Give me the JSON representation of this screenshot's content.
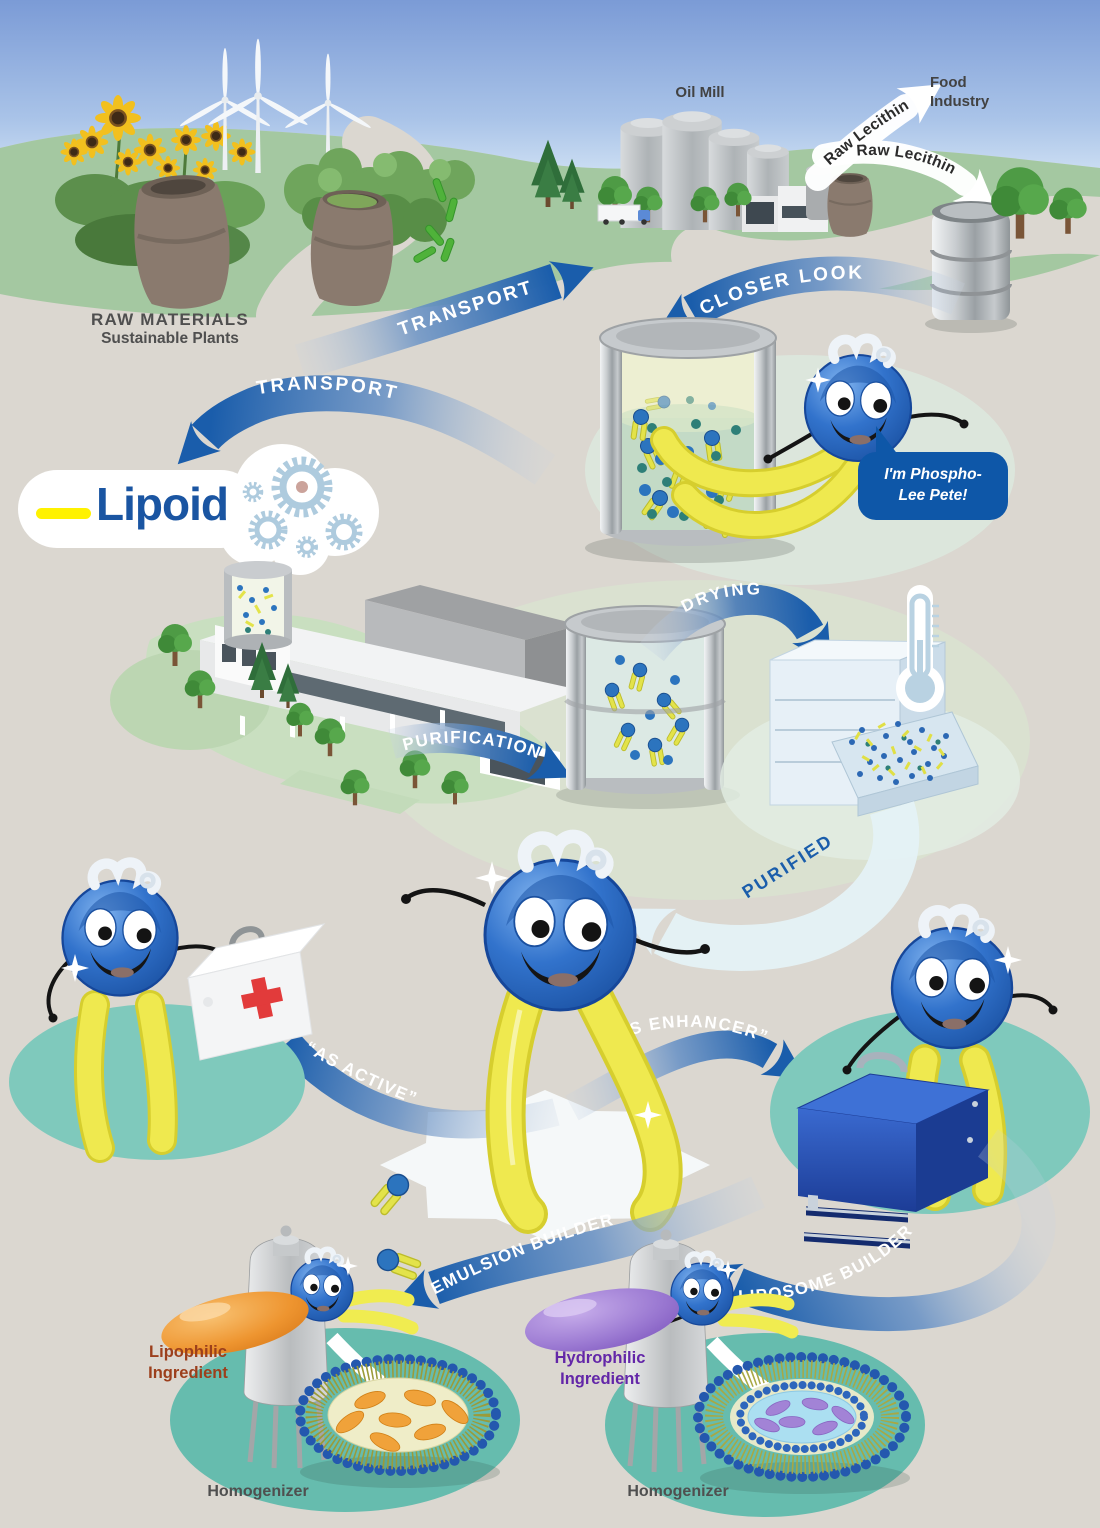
{
  "brand": {
    "wordmark": "Lipoid"
  },
  "labels": {
    "oil_mill": "Oil Mill",
    "food_industry": "Food Industry",
    "raw_lecithin_top": "Raw Lecithin",
    "raw_lecithin_bottom": "Raw Lecithin",
    "raw_materials_title": "RAW MATERIALS",
    "raw_materials_subtitle": "Sustainable Plants",
    "transport_to_plant": "TRANSPORT",
    "transport_to_lipoid": "TRANSPORT",
    "closer_look": "CLOSER LOOK",
    "speech_line1": "I'm Phospho-",
    "speech_line2": "Lee Pete!",
    "purification": "PURIFICATION",
    "drying": "DRYING",
    "purified": "PURIFIED",
    "as_active": "“AS ACTIVE”",
    "as_enhancer": "“AS ENHANCER”",
    "emulsion_builder": "EMULSION BUILDER",
    "liposome_builder": "LIPOSOME BUILDER",
    "lipophilic_ingredient": "Lipophilic Ingredient",
    "hydrophilic_ingredient": "Hydrophilic Ingredient",
    "homogenizer_left": "Homogenizer",
    "homogenizer_right": "Homogenizer"
  },
  "icons": {
    "gear-icon": "gear",
    "thermometer-icon": "thermometer",
    "first-aid-cross-icon": "red cross",
    "wind-turbine-icon": "wind turbine",
    "sparkle-icon": "sparkle"
  },
  "colors": {
    "arrow_blue": "#1A5DAB",
    "lipoid_blue": "#1A55A2",
    "lipoid_yellow": "#FFF200",
    "speech_bubble_blue": "#0E57A8",
    "character_blue": "#2B6AC0",
    "character_leg_yellow": "#EFE94F",
    "lipophilic_text": "#9C3F1C",
    "hydrophilic_text": "#6326A8",
    "teal_ground": "#66BCAE",
    "sky_top": "#7B9BD6",
    "sky_bottom": "#C9DCF2",
    "field_green": "#A4C8A1",
    "ground_beige": "#DBD7D0"
  }
}
